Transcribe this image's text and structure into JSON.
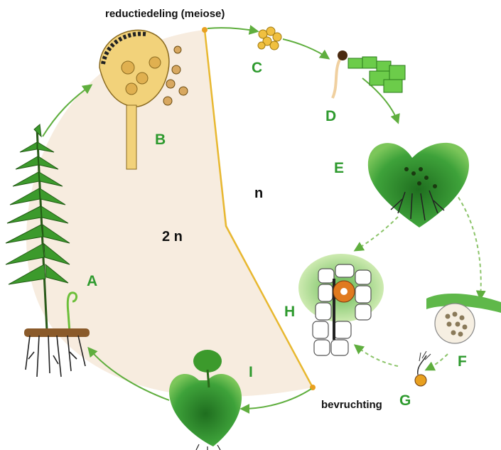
{
  "labels": {
    "meiosis": "reductiedeling (meiose)",
    "fertilization": "bevruchting",
    "diploid": "2 n",
    "haploid": "n"
  },
  "stages": {
    "A": "A",
    "B": "B",
    "C": "C",
    "D": "D",
    "E": "E",
    "F": "F",
    "G": "G",
    "H": "H",
    "I": "I"
  },
  "colors": {
    "arrow_green": "#5fae3e",
    "letter_green": "#2e9a2e",
    "boundary_gold": "#e8b830",
    "diploid_fill": "#f7ecdf",
    "leaf_green": "#3c9a2c",
    "sporangium_yellow": "#f2d27a"
  }
}
